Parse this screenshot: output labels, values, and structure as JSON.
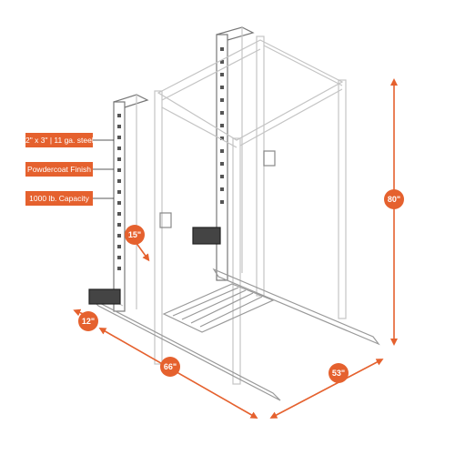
{
  "labels": {
    "steel": "2\" x 3\" | 11 ga. steel",
    "finish": "Powdercoat Finish",
    "capacity": "1000 lb. Capacity"
  },
  "dimensions": {
    "storage_depth": "15\"",
    "foot_depth": "12\"",
    "length": "66\"",
    "width": "53\"",
    "height": "80\""
  },
  "colors": {
    "accent": "#e5612e",
    "frame": "#bfbfbf",
    "frame_dark": "#555555"
  }
}
